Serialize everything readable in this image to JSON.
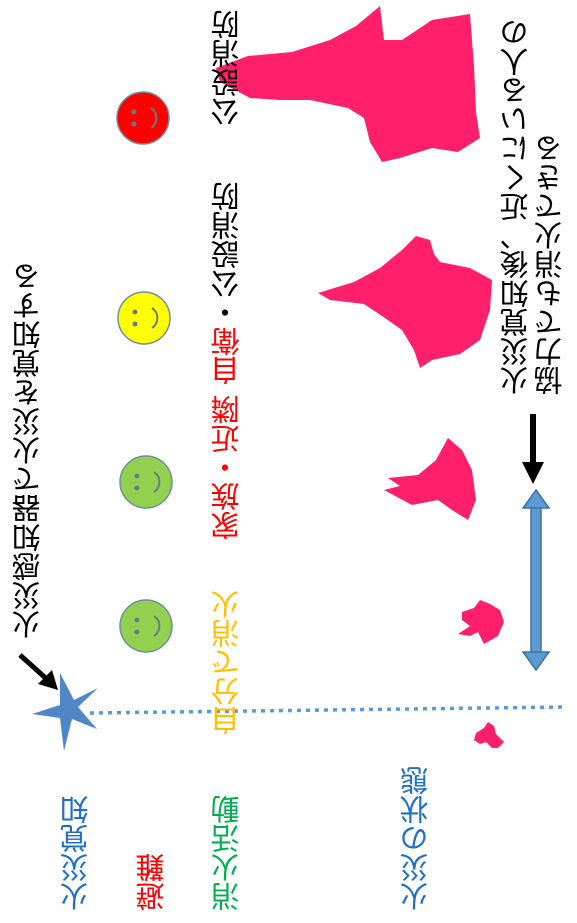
{
  "left_labels": {
    "fire_detection": "火災覚知",
    "evacuation": "避難",
    "firefighting": "消火活動",
    "fire_state": "火災の状態"
  },
  "top_note": "火災感知器で火災を覚知する",
  "actions": {
    "self": "自分で消火",
    "family": "家族",
    "neighbors": "近隣",
    "volunteer": "自衛",
    "public1": "公設消防",
    "public2": "公設消防",
    "separator": "・"
  },
  "right_note": {
    "line1": "火災覚知後、近くにいる人の",
    "line2": "協力でも消火できる"
  },
  "colors": {
    "blue_text": "#1f6fc5",
    "red_text": "#ff0000",
    "green_text": "#00b050",
    "yellow_text": "#ffc000",
    "flame": "#ff1f6b",
    "star": "#4f86c6",
    "face_green": "#92d050",
    "face_yellow": "#ffff00",
    "face_red": "#ff0000",
    "arrow": "#5b9bd5"
  },
  "icons": [
    "star-icon",
    "smiley-face-icon",
    "flame-icon",
    "double-arrow-icon",
    "pointer-arrow-icon"
  ]
}
